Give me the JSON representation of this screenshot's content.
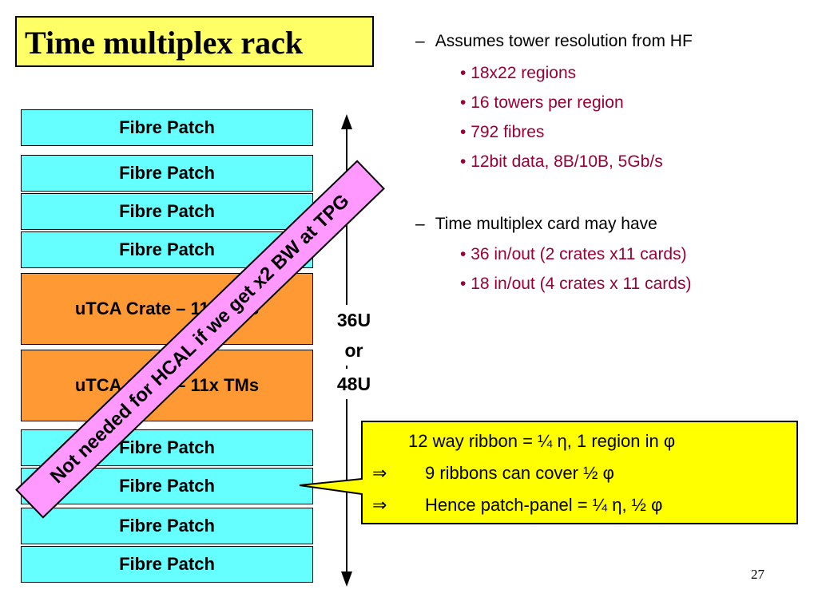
{
  "title": "Time multiplex rack",
  "rack": {
    "blocks": [
      {
        "label": "Fibre Patch",
        "kind": "fibre"
      },
      {
        "label": "Fibre Patch",
        "kind": "fibre"
      },
      {
        "label": "Fibre Patch",
        "kind": "fibre"
      },
      {
        "label": "Fibre Patch",
        "kind": "fibre"
      },
      {
        "label": "uTCA Crate – 11x TMs",
        "kind": "crate"
      },
      {
        "label": "uTCA Crate – 11x TMs",
        "kind": "crate"
      },
      {
        "label": "Fibre Patch",
        "kind": "fibre"
      },
      {
        "label": "Fibre Patch",
        "kind": "fibre"
      },
      {
        "label": "Fibre Patch",
        "kind": "fibre"
      },
      {
        "label": "Fibre Patch",
        "kind": "fibre"
      }
    ],
    "height_line1": "36U",
    "height_line2": "or",
    "height_line3": "48U"
  },
  "bullets": {
    "point1": "Assumes tower resolution from HF",
    "point1_subs": [
      "18x22 regions",
      "16 towers per region",
      "792 fibres",
      "12bit data, 8B/10B, 5Gb/s"
    ],
    "point2": "Time multiplex card may have",
    "point2_subs": [
      "36 in/out (2 crates x11 cards)",
      "18 in/out (4 crates x 11 cards)"
    ],
    "dash": "–",
    "dot": "•"
  },
  "callout": {
    "line1": "12 way ribbon = ¼ η, 1 region in φ",
    "line2": "9 ribbons can cover ½ φ",
    "line3": "Hence patch-panel = ¼ η, ½ φ",
    "implies": "⇒"
  },
  "banner": "Not needed for HCAL if we get x2 BW at TPG",
  "page_number": "27",
  "colors": {
    "title_bg": "#ffff66",
    "fibre_bg": "#66ffff",
    "crate_bg": "#ff9933",
    "callout_bg": "#ffff00",
    "banner_bg": "#ff99ff",
    "sub_bullet_text": "#990033"
  }
}
